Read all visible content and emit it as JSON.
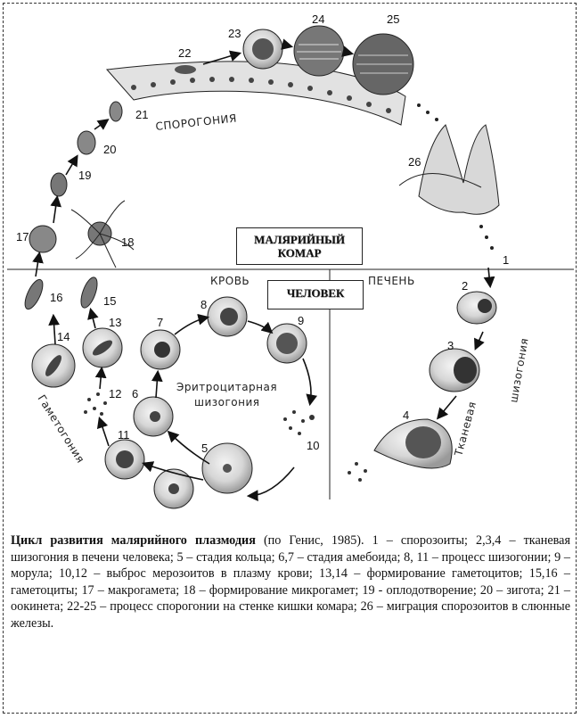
{
  "labels": {
    "sporogony": "СПОРОГОНИЯ",
    "blood": "КРОВЬ",
    "liver": "ПЕЧЕНЬ",
    "erythro_line1": "Эритроцитарная",
    "erythro_line2": "шизогония",
    "gametogony": "Гаметогония",
    "tissue_line1": "Тканевая",
    "tissue_line2": "шизогония"
  },
  "boxes": {
    "mosquito_line1": "МАЛЯРИЙНЫЙ",
    "mosquito_line2": "КОМАР",
    "human": "ЧЕЛОВЕК"
  },
  "numbers": [
    "1",
    "2",
    "3",
    "4",
    "5",
    "6",
    "7",
    "8",
    "9",
    "10",
    "11",
    "12",
    "13",
    "14",
    "15",
    "16",
    "17",
    "18",
    "19",
    "20",
    "21",
    "22",
    "23",
    "24",
    "25",
    "26"
  ],
  "caption": {
    "title": "Цикл развития малярийного плазмодия",
    "body": " (по Генис, 1985). 1 – спорозоиты; 2,3,4 – тканевая шизогония в печени человека; 5 – стадия кольца; 6,7 – стадия амебоида; 8, 11 – процесс шизогонии; 9 – морула; 10,12 – выброс мерозоитов в плазму крови; 13,14 – формирование гаметоцитов; 15,16 – гаметоциты; 17 – макрогамета; 18 – формирование микрогамет; 19 - оплодотворение; 20 – зигота; 21 – оокинета; 22-25 – процесс спорогонии на стенке кишки комара; 26 – миграция спорозоитов в слюнные железы."
  },
  "colors": {
    "ink": "#111111",
    "cell_fill": "#d4d4d4",
    "nucleus": "#333333"
  }
}
